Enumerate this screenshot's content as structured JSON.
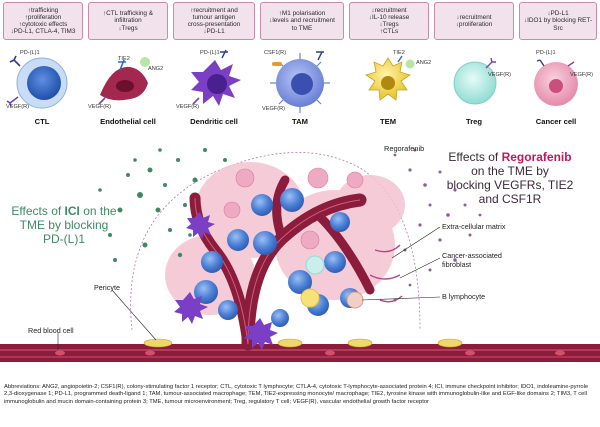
{
  "panels": [
    {
      "id": "ctl",
      "lines": [
        "↑trafficking",
        "↑proliferation",
        "↑cytotoxic effects",
        "↓PD-L1, CTLA-4, TIM3"
      ]
    },
    {
      "id": "endothelial",
      "lines": [
        "↑CTL trafficking &",
        "infiltration",
        "↓Tregs"
      ]
    },
    {
      "id": "dendritic",
      "lines": [
        "↑recruitment and",
        "tumour antigen",
        "cross-presentation",
        "↓PD-L1"
      ]
    },
    {
      "id": "tam",
      "lines": [
        "↑M1 polarisation",
        "↓levels and recruitment",
        "to TME"
      ]
    },
    {
      "id": "tem",
      "lines": [
        "↓recruitment",
        "↓IL-10 release",
        "↓Tregs",
        "↑CTLs"
      ]
    },
    {
      "id": "treg",
      "lines": [
        "↓recruitment",
        "↓proliferation"
      ]
    },
    {
      "id": "cancer",
      "lines": [
        "↓PD-L1",
        "↓IDO1 by blocking RET-",
        "Src"
      ]
    }
  ],
  "cells": {
    "ctl": "CTL",
    "endothelial": "Endothelial cell",
    "dendritic": "Dendritic cell",
    "tam": "TAM",
    "tem": "TEM",
    "treg": "Treg",
    "cancer": "Cancer cell"
  },
  "receptor_labels": {
    "ctl_pdl1": "PD-(L)1",
    "ctl_vegfr": "VEGF(R)",
    "endo_tie2": "TIE2",
    "endo_ang2": "ANG2",
    "endo_vegfr": "VEGF(R)",
    "dc_pdl1": "PD-(L)1",
    "dc_vegfr": "VEGF(R)",
    "tam_csf1r": "CSF1(R)",
    "tam_vegfr": "VEGF(R)",
    "tem_tie2": "TIE2",
    "tem_ang2": "ANG2",
    "treg_vegfr": "VEGF(R)",
    "cancer_pdl1": "PD-(L)1",
    "cancer_vegfr": "VEGF(R)"
  },
  "drug_label": "Regorafenib",
  "effects_regorafenib": {
    "pre": "Effects of ",
    "drug": "Regorafenib",
    "l2": "on the TME by",
    "l3": "blocking VEGFRs, TIE2",
    "l4": "and CSF1R"
  },
  "effects_ici": {
    "pre": "Effects of ",
    "drug": "ICI",
    "post": " on the",
    "l2": "TME by blocking",
    "l3": "PD-(L)1"
  },
  "callouts": {
    "ecm": "Extra-cellular matrix",
    "caf_1": "Cancer-associated",
    "caf_2": "fibroblast",
    "pericyte": "Pericyte",
    "b_lymph": "B lymphocyte",
    "rbc": "Red blood cell"
  },
  "abbreviations": "Abbreviations: ANG2, angiopoietin-2; CSF1(R), colony-stimulating factor 1 receptor; CTL, cytotoxic T lymphocyte; CTLA-4, cytotoxic T-lymphocyte-associated protein 4; ICI, immune checkpoint inhibitor; IDO1, indoleamine-pyrrole 2,3-dioxygenase 1; PD-L1, programmed death-ligand 1; TAM, tumour-associated macrophage; TEM, TIE2-expressing monocyte/ macrophage; TIE2, tyrosine kinase with immunoglobulin-like and EGF-like domains 2; TIM3, T cell immunoglobulin and mucin domain-containing protein 3; TME, tumour microenvironment; Treg, regulatory T cell; VEGF(R), vascular endothelial growth factor receptor",
  "colors": {
    "panel_bg": "#f2e2ec",
    "panel_border": "#c98aab",
    "vessel": "#8b1c3c",
    "ici_green": "#3f8a63",
    "rego_dark": "#3a2a3a",
    "rego_pink": "#c2185b"
  }
}
